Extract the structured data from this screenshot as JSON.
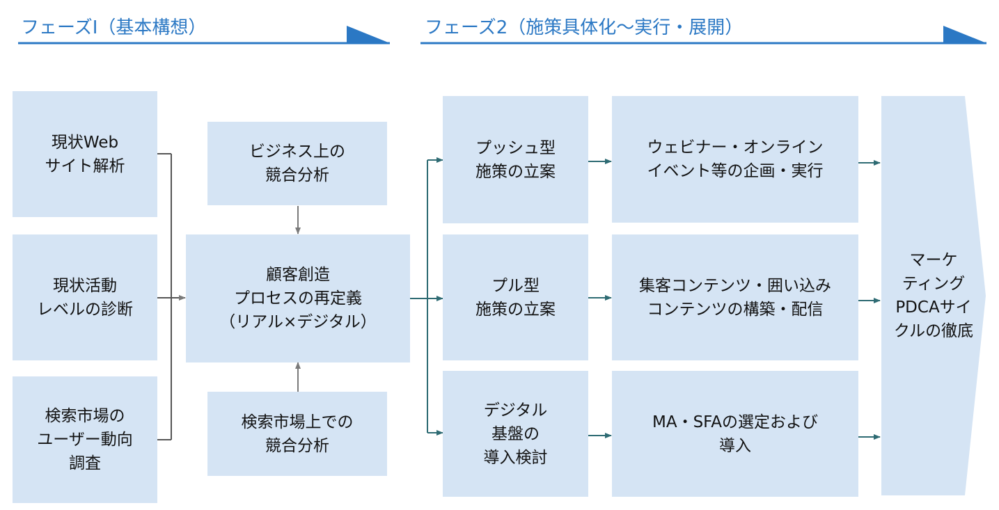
{
  "phases": {
    "phase1": "フェーズⅠ（基本構想）",
    "phase2": "フェーズ2（施策具体化～実行・展開）"
  },
  "boxes": {
    "web_analysis": "現状Web\nサイト解析",
    "activity_diagnosis": "現状活動\nレベルの診断",
    "search_user_trend": "検索市場の\nユーザー動向\n調査",
    "business_competition": "ビジネス上の\n競合分析",
    "customer_creation": "顧客創造\nプロセスの再定義\n（リアル×デジタル）",
    "search_competition": "検索市場上での\n競合分析",
    "push_plan": "プッシュ型\n施策の立案",
    "pull_plan": "プル型\n施策の立案",
    "digital_platform": "デジタル\n基盤の\n導入検討",
    "webinar_event": "ウェビナー・オンライン\nイベント等の企画・実行",
    "content_build": "集客コンテンツ・囲い込み\nコンテンツの構築・配信",
    "ma_sfa": "MA・SFAの選定および\n導入",
    "pdca": "マーケ\nティング\nPDCAサイ\nクルの徹底"
  },
  "colors": {
    "accent": "#2b78c4",
    "box_fill": "#d5e4f4",
    "connector": "#2e6b73",
    "arrow_gray": "#7a7a7a"
  }
}
